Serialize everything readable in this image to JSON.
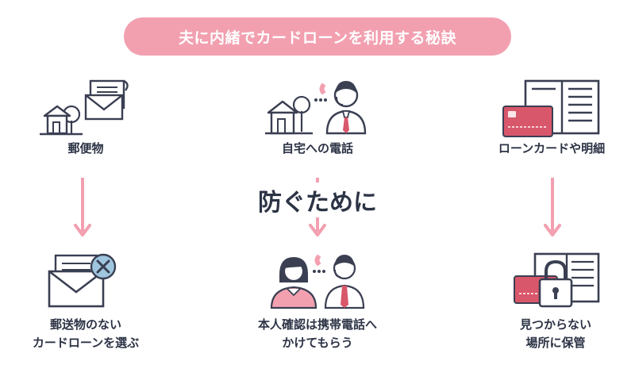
{
  "title": "夫に内緒でカードローンを利用する秘訣",
  "center_label": "防ぐために",
  "problems": [
    {
      "label": "郵便物",
      "icon": "house-and-envelope-icon"
    },
    {
      "label": "自宅への電話",
      "icon": "house-and-phone-call-icon"
    },
    {
      "label": "ローンカードや明細",
      "icon": "card-and-statement-icon"
    }
  ],
  "solutions": [
    {
      "line1": "郵送物のない",
      "line2": "カードローンを選ぶ",
      "icon": "envelope-with-x-icon"
    },
    {
      "line1": "本人確認は携帯電話へ",
      "line2": "かけてもらう",
      "icon": "woman-phone-call-icon"
    },
    {
      "line1": "見つからない",
      "line2": "場所に保管",
      "icon": "locked-card-icon"
    }
  ],
  "colors": {
    "accent_pink": "#f2a0b0",
    "text_dark": "#2c3345",
    "line_dark": "#3a3f52",
    "card_red": "#d9576a",
    "arrow_pink": "#f2a0b0"
  }
}
